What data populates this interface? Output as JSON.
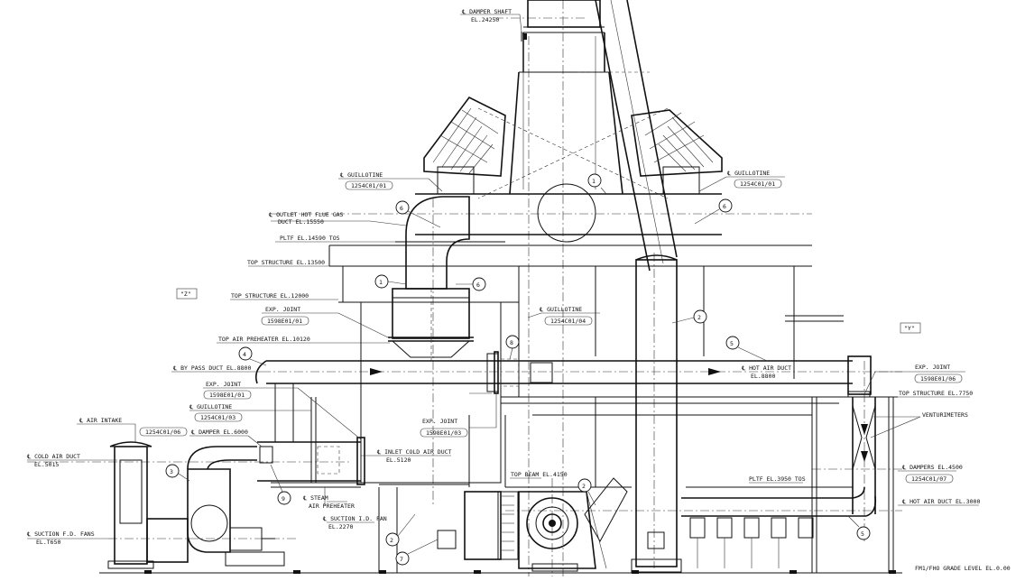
{
  "labels": {
    "damper_shaft": "℄ DAMPER SHAFT",
    "damper_shaft_el": "EL.24250",
    "guillotine_left": "℄ GUILLOTINE",
    "guillotine_left_tag": "1254C01/01",
    "guillotine_right": "℄ GUILLOTINE",
    "guillotine_right_tag": "1254C01/01",
    "outlet_hot_flue": "℄ OUTLET HOT FLUE GAS",
    "outlet_hot_flue_el": "DUCT EL.15550",
    "pltf_14590": "PLTF EL.14590 TOS",
    "top_structure_13500": "TOP STRUCTURE EL.13500",
    "top_structure_12000": "TOP STRUCTURE EL.12000",
    "exp_joint_1": "EXP. JOINT",
    "exp_joint_1_tag": "1598E01/01",
    "guillotine_mid": "℄ GUILLOTINE",
    "guillotine_mid_tag": "1254C01/04",
    "top_air_preheater": "TOP AIR PREHEATER EL.10120",
    "by_pass_duct": "℄ BY PASS DUCT EL.8800",
    "exp_joint_2": "EXP. JOINT",
    "exp_joint_2_tag": "1598E01/01",
    "guillotine_low": "℄ GUILLOTINE",
    "guillotine_low_tag": "1254C01/03",
    "air_intake": "℄ AIR INTAKE",
    "air_intake_tag": "1254C01/06",
    "damper_6000": "℄ DAMPER EL.6000",
    "cold_air_duct": "℄ COLD AIR DUCT",
    "cold_air_duct_el": "EL.5015",
    "steam_air_preheater": "℄ STEAM",
    "steam_air_preheater_2": "AIR PREHEATER",
    "suction_fd": "℄ SUCTION F.D. FANS",
    "suction_fd_el": "EL.T650",
    "suction_id": "℄ SUCTION I.D. FAN",
    "suction_id_el": "EL.2270",
    "exp_joint_3": "EXP. JOINT",
    "exp_joint_3_tag": "1598E01/03",
    "inlet_cold_air": "℄ INLET COLD AIR DUCT",
    "inlet_cold_air_el": "EL.5120",
    "top_beam": "TOP BEAM EL.4150",
    "hot_air_duct_8800": "℄ HOT AIR DUCT",
    "hot_air_duct_8800_el": "EL.8800",
    "exp_joint_4": "EXP. JOINT",
    "exp_joint_4_tag": "1598E01/06",
    "top_structure_7750": "TOP STRUCTURE EL.7750",
    "venturimeters": "VENTURIMETERS",
    "pltf_3950": "PLTF EL.3950 TOS",
    "dampers_4500": "℄ DAMPERS EL.4500",
    "dampers_4500_tag": "1254C01/07",
    "hot_air_duct_3000": "℄ HOT AIR DUCT EL.3000",
    "grade_level": "FM1/FHO GRADE LEVEL EL.0.00",
    "view_z": "\"Z\"",
    "view_y": "\"Y\""
  },
  "balloons": [
    "1",
    "1",
    "2",
    "2",
    "2",
    "3",
    "4",
    "5",
    "5",
    "6",
    "6",
    "6",
    "7",
    "8",
    "9"
  ]
}
